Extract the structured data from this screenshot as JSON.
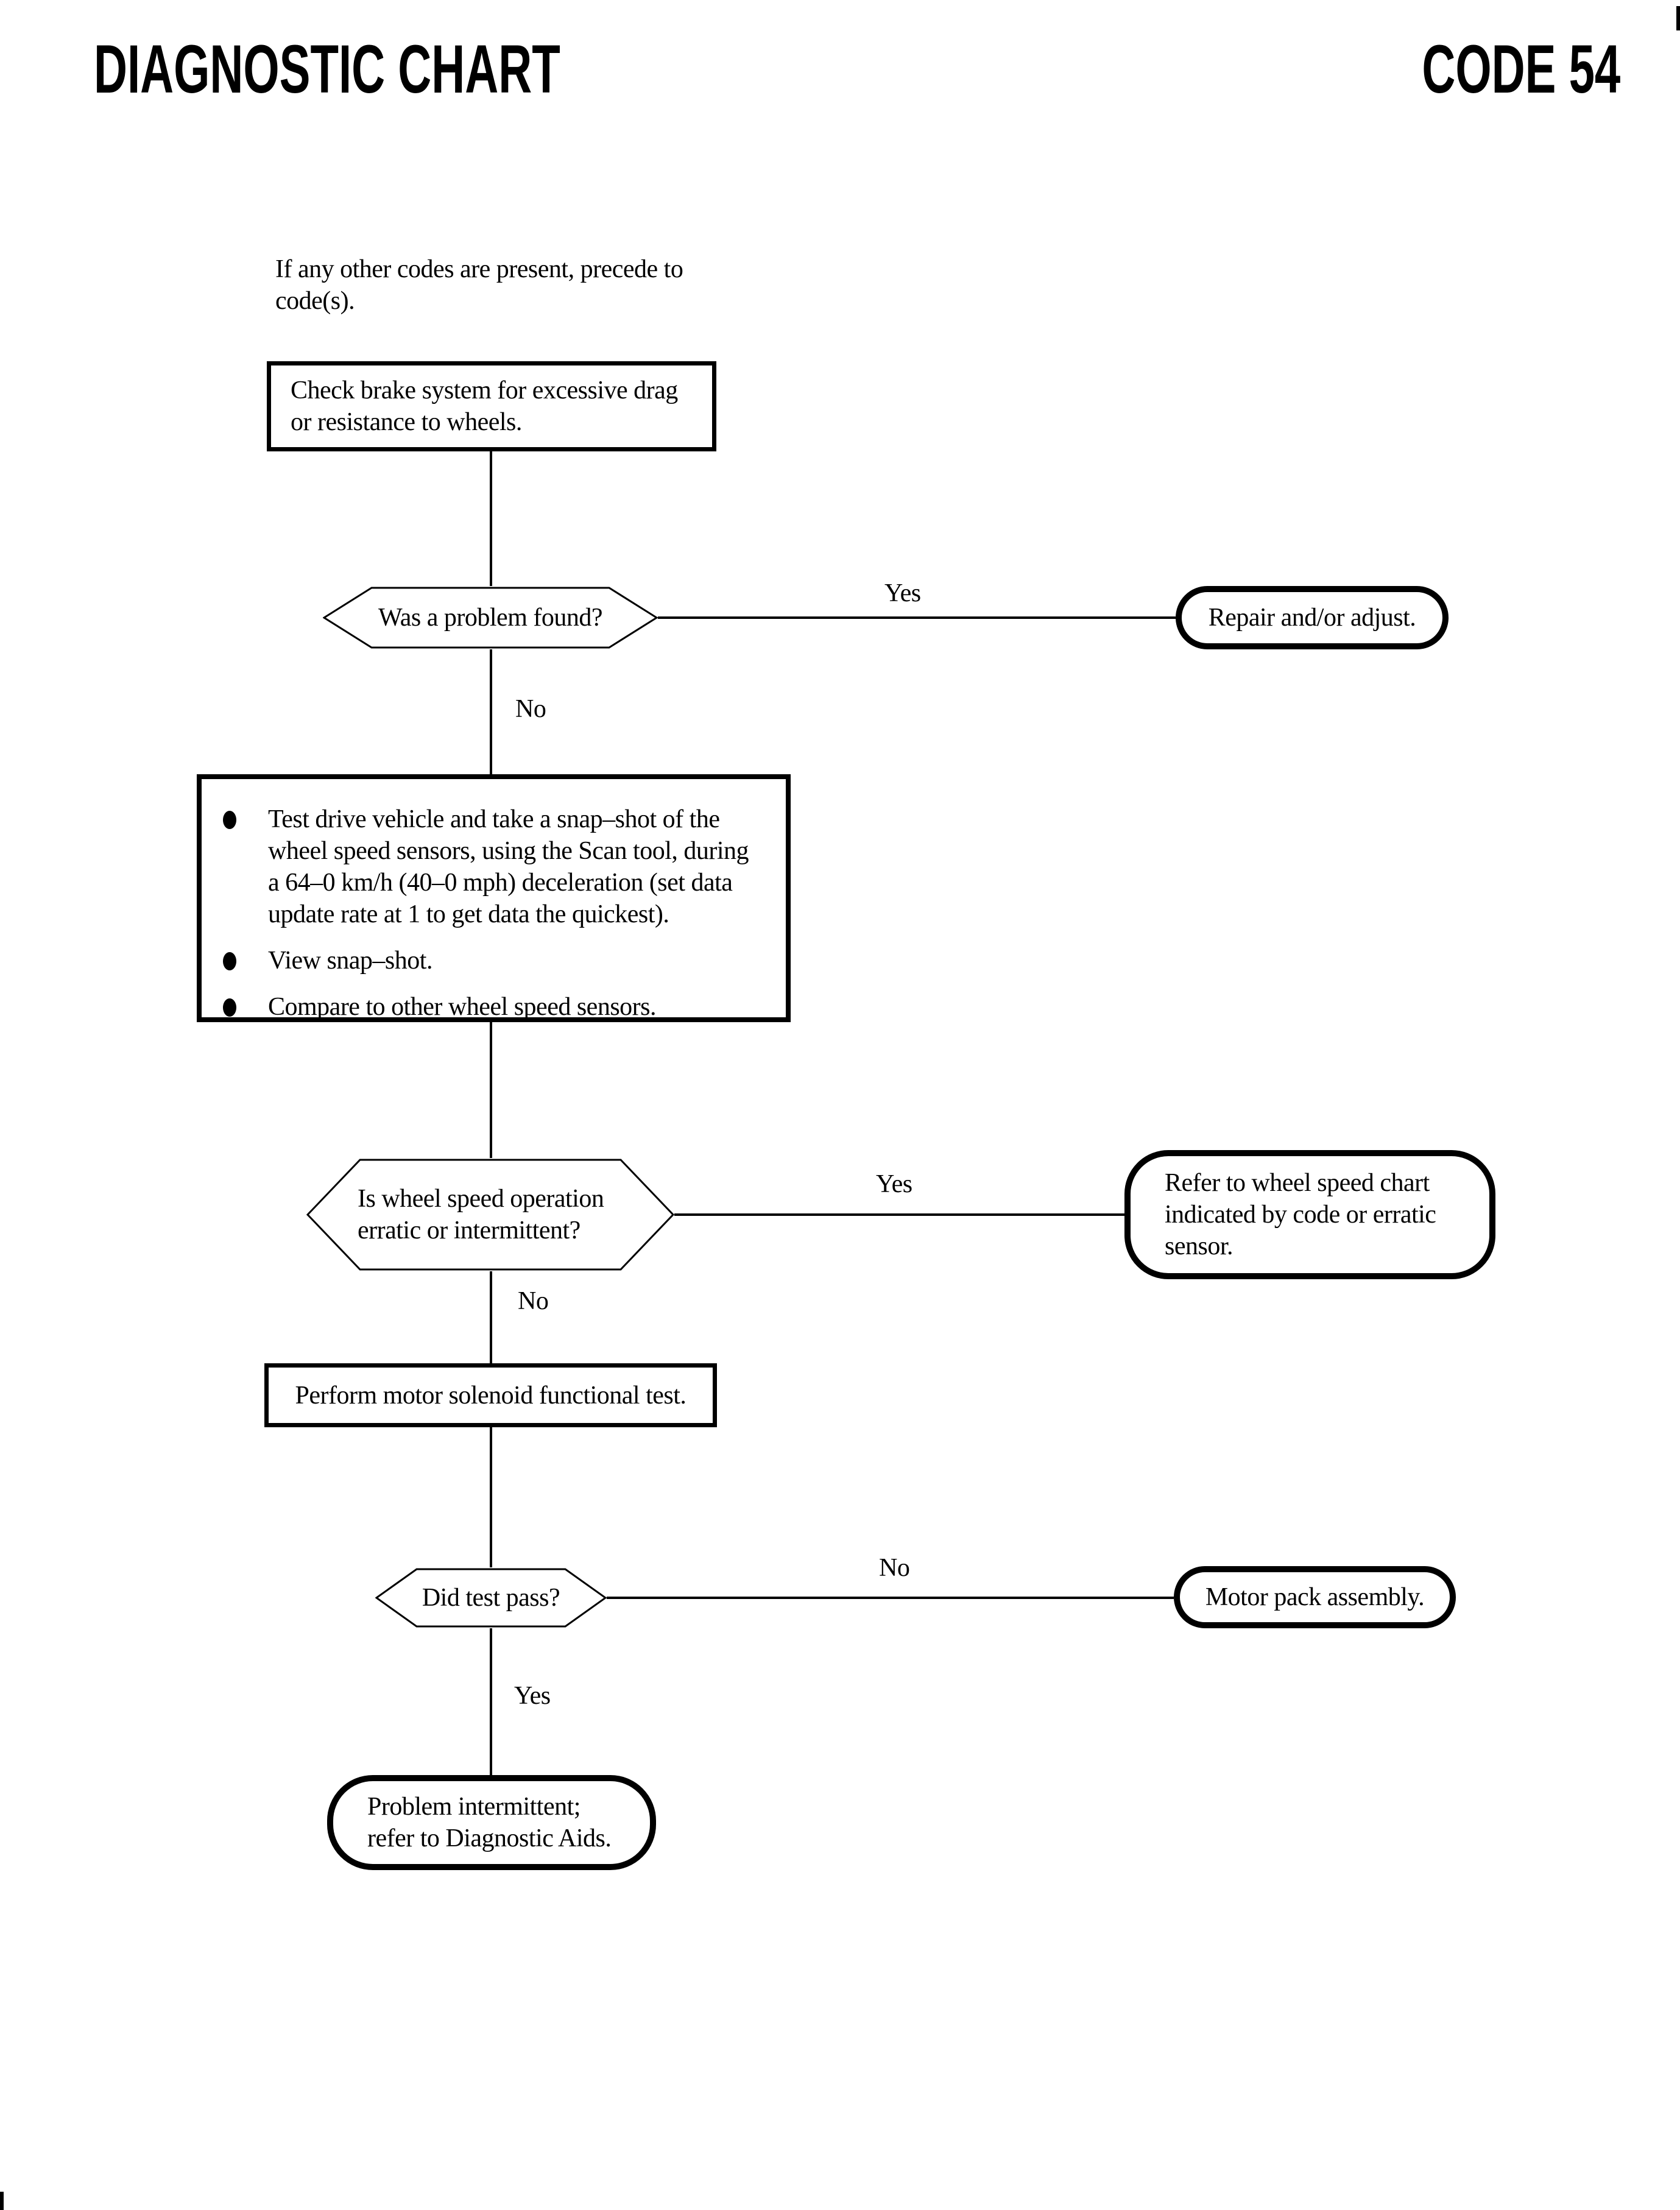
{
  "header": {
    "title": "DIAGNOSTIC CHART",
    "code": "CODE 54"
  },
  "intro": {
    "lines": [
      "If any other codes are present, precede to",
      "code(s)."
    ]
  },
  "flow": {
    "box_check_brake": {
      "lines": [
        "Check brake system for excessive drag",
        "or resistance to wheels."
      ]
    },
    "decision_problem_found": {
      "lines": [
        "Was a problem found?"
      ]
    },
    "label_yes_1": "Yes",
    "terminal_repair": {
      "lines": [
        "Repair and/or adjust."
      ]
    },
    "label_no_1": "No",
    "box_test_drive": {
      "bullets": [
        {
          "lines": [
            "Test drive vehicle and take a snap–shot of the",
            "wheel speed sensors, using the Scan tool, during",
            "a 64–0 km/h (40–0 mph) deceleration (set data",
            "update rate at 1 to get data the quickest)."
          ]
        },
        {
          "lines": [
            "View snap–shot."
          ]
        },
        {
          "lines": [
            "Compare to other wheel speed sensors."
          ]
        }
      ]
    },
    "decision_wheel_speed": {
      "lines": [
        "Is wheel speed operation",
        "erratic or intermittent?"
      ]
    },
    "label_yes_2": "Yes",
    "terminal_refer_chart": {
      "lines": [
        "Refer to wheel speed chart",
        "indicated by code or erratic",
        "sensor."
      ]
    },
    "label_no_2": "No",
    "box_solenoid_test": {
      "lines": [
        "Perform motor solenoid functional test."
      ]
    },
    "decision_test_pass": {
      "lines": [
        "Did test pass?"
      ]
    },
    "label_no_3": "No",
    "terminal_motor_pack": {
      "lines": [
        "Motor pack assembly."
      ]
    },
    "label_yes_3": "Yes",
    "terminal_intermittent": {
      "lines": [
        "Problem intermittent;",
        "refer to Diagnostic Aids."
      ]
    }
  }
}
